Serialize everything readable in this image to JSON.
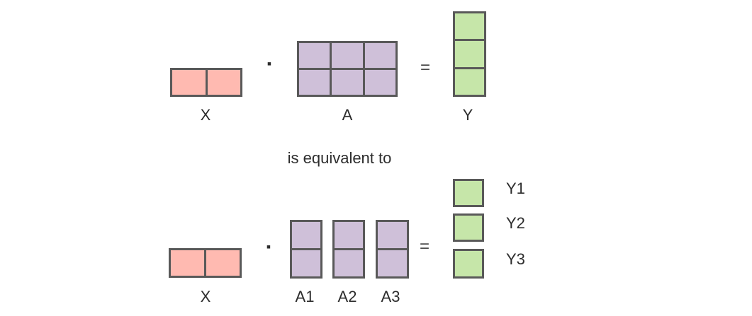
{
  "colors": {
    "border": "#595959",
    "text": "#2d2d2d",
    "pink": "#ffbab1",
    "purple": "#cfc0d9",
    "green": "#c6e6a9"
  },
  "top_equation": {
    "x": {
      "label": "X",
      "rows": 1,
      "cols": 2,
      "fill": "pink"
    },
    "operator": "▪",
    "a": {
      "label": "A",
      "rows": 2,
      "cols": 3,
      "fill": "purple"
    },
    "equals": "=",
    "y": {
      "label": "Y",
      "rows": 3,
      "cols": 1,
      "fill": "green"
    }
  },
  "equivalence_text": "is equivalent to",
  "bottom_equation": {
    "x": {
      "label": "X",
      "rows": 1,
      "cols": 2,
      "fill": "pink"
    },
    "operator": "▪",
    "a_columns": [
      {
        "label": "A1",
        "rows": 2,
        "cols": 1,
        "fill": "purple"
      },
      {
        "label": "A2",
        "rows": 2,
        "cols": 1,
        "fill": "purple"
      },
      {
        "label": "A3",
        "rows": 2,
        "cols": 1,
        "fill": "purple"
      }
    ],
    "equals": "=",
    "y_cells": [
      {
        "label": "Y1",
        "rows": 1,
        "cols": 1,
        "fill": "green"
      },
      {
        "label": "Y2",
        "rows": 1,
        "cols": 1,
        "fill": "green"
      },
      {
        "label": "Y3",
        "rows": 1,
        "cols": 1,
        "fill": "green"
      }
    ]
  }
}
